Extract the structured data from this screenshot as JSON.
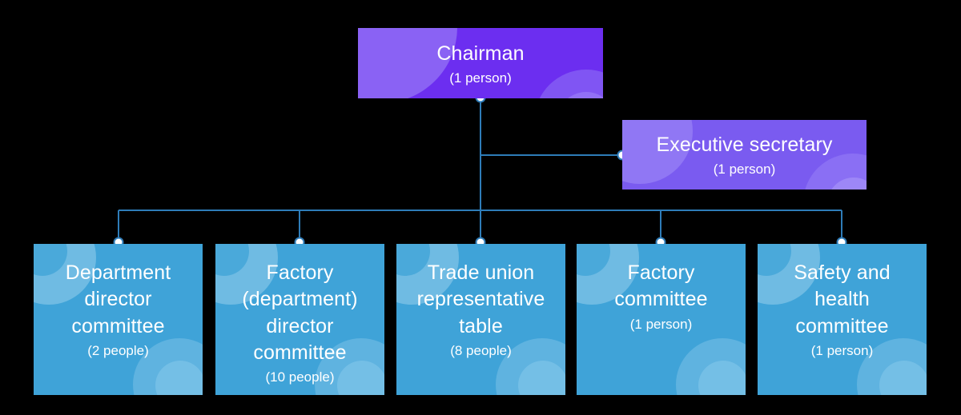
{
  "chart": {
    "type": "org-chart",
    "background_color": "#000000",
    "line_color": "#2e7cb8",
    "dot_fill_color": "#ffffff",
    "dot_stroke_color": "#2e7cb8",
    "nodes": [
      {
        "id": "chairman",
        "title": "Chairman",
        "count": "(1 person)",
        "level": 1,
        "color": "#6c2ef0"
      },
      {
        "id": "executive-secretary",
        "title": "Executive secretary",
        "count": "(1 person)",
        "level": 2,
        "color": "#7a5bf0"
      },
      {
        "id": "department-director-committee",
        "title": "Department\ndirector\ncommittee",
        "count": "(2 people)",
        "level": 3,
        "color": "#3fa3d8"
      },
      {
        "id": "factory-department-director-committee",
        "title": "Factory\n(department)\ndirector\ncommittee",
        "count": "(10 people)",
        "level": 3,
        "color": "#3fa3d8"
      },
      {
        "id": "trade-union-representative-table",
        "title": "Trade union\nrepresentative\ntable",
        "count": "(8 people)",
        "level": 3,
        "color": "#3fa3d8"
      },
      {
        "id": "factory-committee",
        "title": "Factory\ncommittee",
        "count": "(1 person)",
        "level": 3,
        "color": "#3fa3d8"
      },
      {
        "id": "safety-and-health-committee",
        "title": "Safety and\nhealth\ncommittee",
        "count": "(1 person)",
        "level": 3,
        "color": "#3fa3d8"
      }
    ],
    "edges": [
      {
        "from": "chairman",
        "to": "executive-secretary"
      },
      {
        "from": "chairman",
        "to": "department-director-committee"
      },
      {
        "from": "chairman",
        "to": "factory-department-director-committee"
      },
      {
        "from": "chairman",
        "to": "trade-union-representative-table"
      },
      {
        "from": "chairman",
        "to": "factory-committee"
      },
      {
        "from": "chairman",
        "to": "safety-and-health-committee"
      }
    ]
  }
}
